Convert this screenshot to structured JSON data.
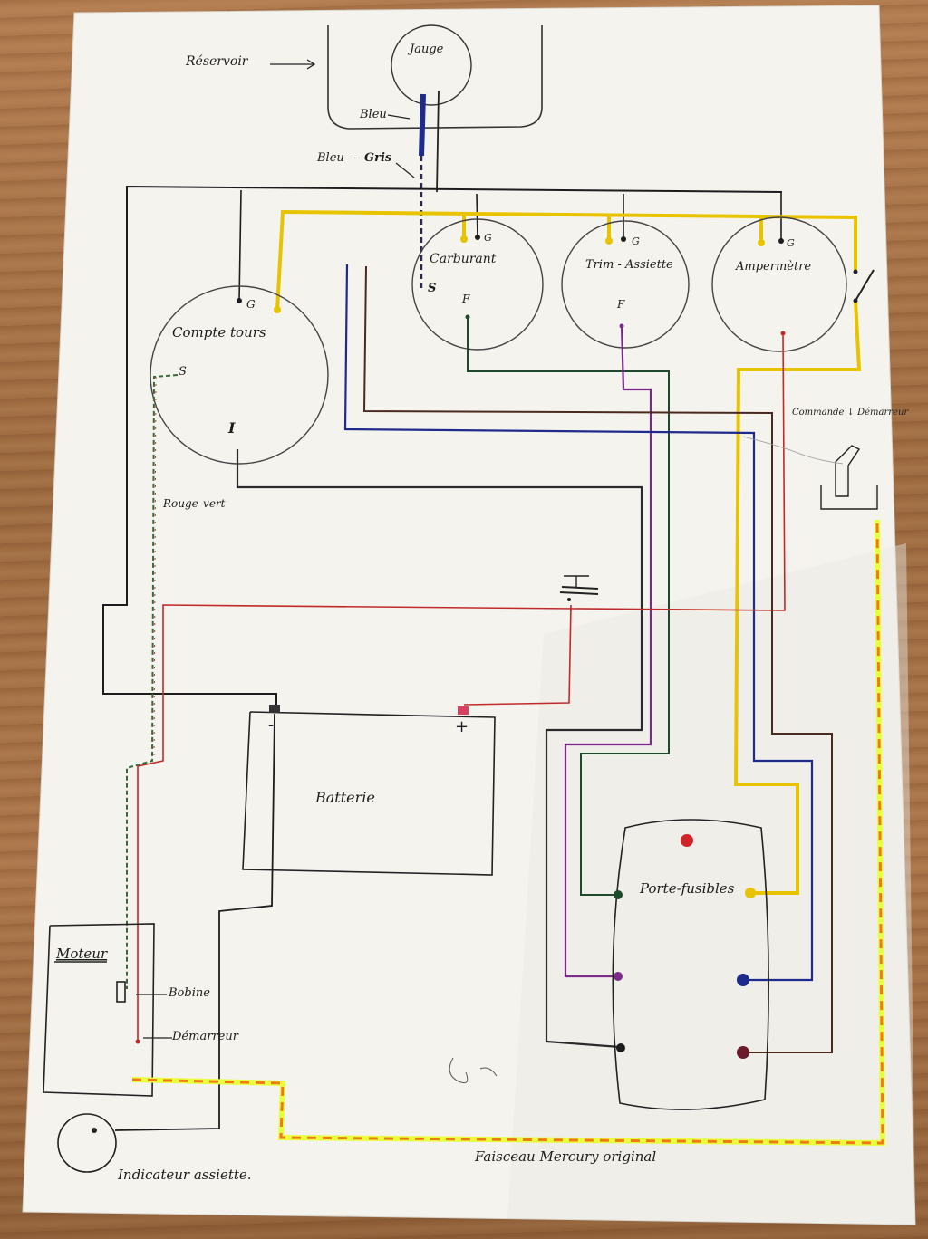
{
  "title_labels": {
    "reservoir": "Réservoir",
    "jauge": "Jauge",
    "bleu": "Bleu",
    "bleu_gris_a": "Bleu",
    "bleu_gris_sep": "-",
    "bleu_gris_b": "Gris"
  },
  "gauges": {
    "compte_tours": {
      "label": "Compte tours",
      "g": "G",
      "s": "S",
      "i": "I"
    },
    "carburant": {
      "label": "Carburant",
      "g": "G",
      "s": "S",
      "f": "F"
    },
    "trim": {
      "label": "Trim - Assiette",
      "g": "G",
      "f": "F"
    },
    "amperemetre": {
      "label": "Ampermètre",
      "g": "G"
    }
  },
  "wire_labels": {
    "rouge_vert_a": "Rouge",
    "rouge_vert_b": "-vert"
  },
  "switch_label": "Commande ↓ Démarreur",
  "battery": {
    "label": "Batterie",
    "minus": "-",
    "plus": "+"
  },
  "moteur": {
    "label": "Moteur",
    "bobine": "Bobine",
    "demarreur": "Démarreur"
  },
  "fuse_box": {
    "label": "Porte-fusibles"
  },
  "bottom": {
    "indicateur": "Indicateur assiette.",
    "faisceau": "Faisceau Mercury original"
  },
  "colors": {
    "black": "#1d1d1d",
    "yellow": "#e8c400",
    "blue": "#1e2a8c",
    "red": "#c22a2a",
    "brown": "#4a2a1e",
    "purple": "#7a2b8a",
    "green": "#1d4a2c",
    "highlight": "#e8ff3a",
    "orange": "#f07a1a"
  }
}
